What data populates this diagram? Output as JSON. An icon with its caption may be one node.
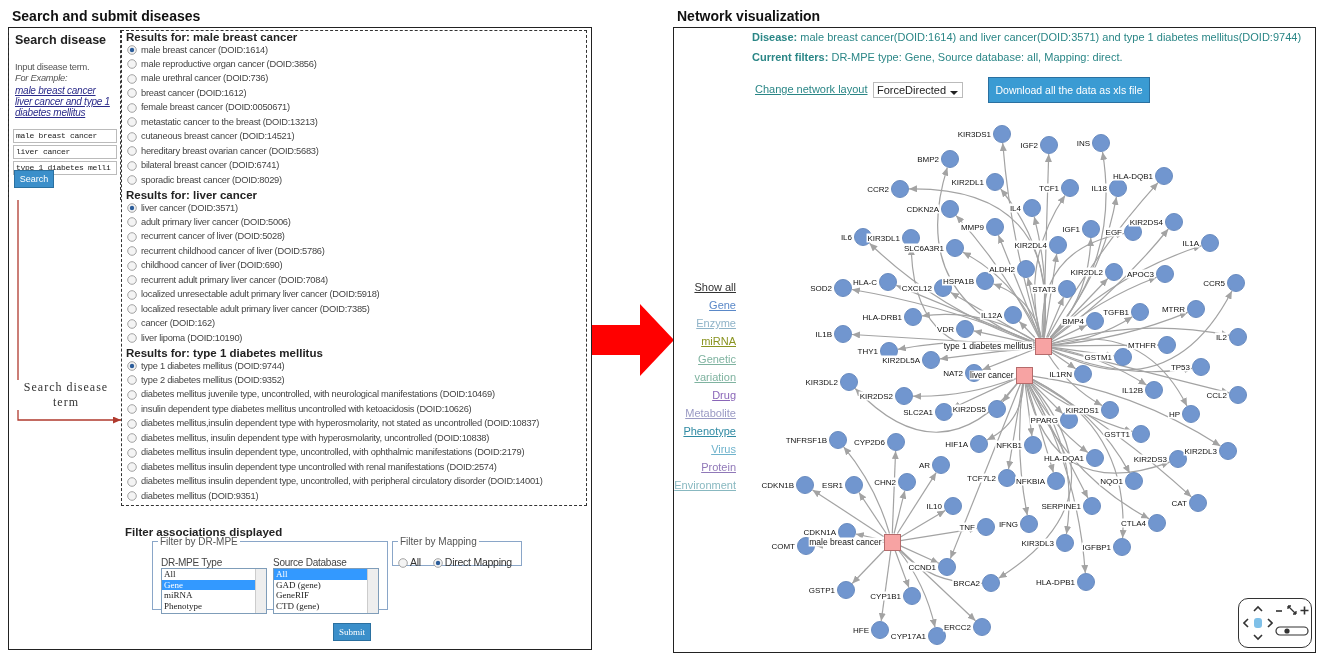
{
  "diagram": {
    "nodes": [
      {
        "text": [
          "Search and submit diseases"
        ]
      },
      {
        "text": [
          "Search disease",
          "Input disease term.",
          "For Example:",
          "male breast cancer liver cancer and type 1 diabetes mellitus",
          "male breast cancer",
          "liver cancer",
          "type 1 diabetes melli",
          "Search"
        ],
        "in": 0
      },
      {
        "text": [
          "Results for: male breast cancer",
          "male breast cancer (DOID:1614)",
          "male reproductive organ cancer (DOID:3856)",
          "male urethral cancer (DOID:736)",
          "breast cancer (DOID:1612)",
          "female breast cancer (DOID:0050671)",
          "metastatic cancer to the breast (DOID:13213)",
          "cutaneous breast cancer (DOID:14521)",
          "hereditary breast ovarian cancer (DOID:5683)",
          "bilateral breast cancer (DOID:6741)",
          "sporadic breast cancer (DOID:8029)",
          "Results for: liver cancer",
          "liver cancer (DOID:3571)",
          "adult primary liver cancer (DOID:5006)",
          "recurrent cancer of liver (DOID:5028)",
          "recurrent childhood cancer of liver (DOID:5786)",
          "childhood cancer of liver (DOID:690)",
          "recurrent adult primary liver cancer (DOID:7084)",
          "localized unresectable adult primary liver cancer (DOID:5918)",
          "localized resectable adult primary liver cancer (DOID:7385)",
          "cancer (DOID:162)",
          "liver lipoma (DOID:10190)",
          "Results for: type 1 diabetes mellitus",
          "type 1 diabetes mellitus (DOID:9744)",
          "type 2 diabetes mellitus (DOID:9352)",
          "diabetes mellitus juvenile type, uncontrolled, with neurological manifestations (DOID:10469)",
          "insulin dependent type diabetes mellitus uncontrolled with ketoacidosis (DOID:10626)",
          "diabetes mellitus,insulin dependent type with hyperosmolarity, not stated as uncontrolled (DOID:10837)",
          "diabetes mellitus, insulin dependent type with hyperosmolarity, uncontrolled (DOID:10838)",
          "diabetes mellitus insulin dependent type, uncontrolled, with ophthalmic manifestations (DOID:2179)",
          "diabetes mellitus insulin dependent type uncontrolled with renal manifestations (DOID:2574)",
          "diabetes mellitus insulin dependent type, uncontrolled, with peripheral circulatory disorder (DOID:14001)",
          "diabetes mellitus (DOID:9351)"
        ],
        "in": 0
      },
      {
        "text": [
          "Filter by DR-MPE",
          "DR-MPE Type",
          "All",
          "Gene",
          "miRNA",
          "Phenotype",
          "Source Database",
          "All",
          "GAD (gene)",
          "GeneRIF",
          "CTD (gene)"
        ],
        "in": 0
      },
      {
        "text": [
          "Filter by Mapping",
          "All",
          "Direct Mapping"
        ],
        "in": 0
      },
      {
        "text": [
          "Network visualization"
        ]
      },
      {
        "text": [],
        "shape": "box",
        "beside": [
          "type 1 diabetes mellitus"
        ],
        "in": 5
      },
      {
        "text": [],
        "shape": "box",
        "beside": [
          "liver cancer"
        ],
        "in": 5
      },
      {
        "text": [],
        "shape": "box",
        "beside": [
          "male breast cancer"
        ],
        "in": 5
      },
      {
        "text": [],
        "shape": "circle",
        "beside": [
          "KIR3DS1"
        ],
        "in": 5
      },
      {
        "text": [],
        "shape": "circle",
        "beside": [
          "INS"
        ],
        "in": 5
      },
      {
        "text": [],
        "shape": "circle",
        "beside": [
          "IGF2"
        ],
        "in": 5
      },
      {
        "text": [],
        "shape": "circle",
        "beside": [
          "BMP2"
        ],
        "in": 5
      },
      {
        "text": [],
        "shape": "circle",
        "beside": [
          "HLA-DQB1"
        ],
        "in": 5
      },
      {
        "text": [],
        "shape": "circle",
        "beside": [
          "KIR2DL1"
        ],
        "in": 5
      },
      {
        "text": [],
        "shape": "circle",
        "beside": [
          "TCF1"
        ],
        "in": 5
      },
      {
        "text": [],
        "shape": "circle",
        "beside": [
          "IL18"
        ],
        "in": 5
      },
      {
        "text": [],
        "shape": "circle",
        "beside": [
          "CCR2"
        ],
        "in": 5
      },
      {
        "text": [],
        "shape": "circle",
        "beside": [
          "IL4"
        ],
        "in": 5
      },
      {
        "text": [],
        "shape": "circle",
        "beside": [
          "CDKN2A"
        ],
        "in": 5
      },
      {
        "text": [],
        "shape": "circle",
        "beside": [
          "KIR2DS4"
        ],
        "in": 5
      },
      {
        "text": [],
        "shape": "circle",
        "beside": [
          "MMP9"
        ],
        "in": 5
      },
      {
        "text": [],
        "shape": "circle",
        "beside": [
          "IGF1"
        ],
        "in": 5
      },
      {
        "text": [],
        "shape": "circle",
        "beside": [
          "EGF"
        ],
        "in": 5
      },
      {
        "text": [],
        "shape": "circle",
        "beside": [
          "IL6"
        ],
        "in": 5
      },
      {
        "text": [],
        "shape": "circle",
        "beside": [
          "KIR3DL1"
        ],
        "in": 5
      },
      {
        "text": [],
        "shape": "circle",
        "beside": [
          "IL1A"
        ],
        "in": 5
      },
      {
        "text": [],
        "shape": "circle",
        "beside": [
          "KIR2DL4"
        ],
        "in": 5
      },
      {
        "text": [],
        "shape": "circle",
        "beside": [
          "SLC6A3R1"
        ],
        "in": 5
      },
      {
        "text": [],
        "shape": "circle",
        "beside": [
          "ALDH2"
        ],
        "in": 5
      },
      {
        "text": [],
        "shape": "circle",
        "beside": [
          "KIR2DL2"
        ],
        "in": 5
      },
      {
        "text": [],
        "shape": "circle",
        "beside": [
          "APOC3"
        ],
        "in": 5
      },
      {
        "text": [],
        "shape": "circle",
        "beside": [
          "HSPA1B"
        ],
        "in": 5
      },
      {
        "text": [],
        "shape": "circle",
        "beside": [
          "HLA-C"
        ],
        "in": 5
      },
      {
        "text": [],
        "shape": "circle",
        "beside": [
          "CCR5"
        ],
        "in": 5
      },
      {
        "text": [],
        "shape": "circle",
        "beside": [
          "SOD2"
        ],
        "in": 5
      },
      {
        "text": [],
        "shape": "circle",
        "beside": [
          "CXCL12"
        ],
        "in": 5
      },
      {
        "text": [],
        "shape": "circle",
        "beside": [
          "STAT3"
        ],
        "in": 5
      },
      {
        "text": [],
        "shape": "circle",
        "beside": [
          "MTRR"
        ],
        "in": 5
      },
      {
        "text": [],
        "shape": "circle",
        "beside": [
          "TGFB1"
        ],
        "in": 5
      },
      {
        "text": [],
        "shape": "circle",
        "beside": [
          "IL12A"
        ],
        "in": 5
      },
      {
        "text": [],
        "shape": "circle",
        "beside": [
          "HLA-DRB1"
        ],
        "in": 5
      },
      {
        "text": [],
        "shape": "circle",
        "beside": [
          "BMP4"
        ],
        "in": 5
      },
      {
        "text": [],
        "shape": "circle",
        "beside": [
          "VDR"
        ],
        "in": 5
      },
      {
        "text": [],
        "shape": "circle",
        "beside": [
          "IL1B"
        ],
        "in": 5
      },
      {
        "text": [],
        "shape": "circle",
        "beside": [
          "IL2"
        ],
        "in": 5
      },
      {
        "text": [],
        "shape": "circle",
        "beside": [
          "MTHFR"
        ],
        "in": 5
      },
      {
        "text": [],
        "shape": "circle",
        "beside": [
          "THY1"
        ],
        "in": 5
      },
      {
        "text": [],
        "shape": "circle",
        "beside": [
          "GSTM1"
        ],
        "in": 5
      },
      {
        "text": [],
        "shape": "circle",
        "beside": [
          "KIR2DL5A"
        ],
        "in": 5
      },
      {
        "text": [],
        "shape": "circle",
        "beside": [
          "TP53"
        ],
        "in": 5
      },
      {
        "text": [],
        "shape": "circle",
        "beside": [
          "NAT2"
        ],
        "in": 5
      },
      {
        "text": [],
        "shape": "circle",
        "beside": [
          "IL1RN"
        ],
        "in": 5
      },
      {
        "text": [],
        "shape": "circle",
        "beside": [
          "KIR3DL2"
        ],
        "in": 5
      },
      {
        "text": [],
        "shape": "circle",
        "beside": [
          "IL12B"
        ],
        "in": 5
      },
      {
        "text": [],
        "shape": "circle",
        "beside": [
          "CCL2"
        ],
        "in": 5
      },
      {
        "text": [],
        "shape": "circle",
        "beside": [
          "KIR2DS2"
        ],
        "in": 5
      },
      {
        "text": [],
        "shape": "circle",
        "beside": [
          "KIR2DS5"
        ],
        "in": 5
      },
      {
        "text": [],
        "shape": "circle",
        "beside": [
          "KIR2DS1"
        ],
        "in": 5
      },
      {
        "text": [],
        "shape": "circle",
        "beside": [
          "SLC2A1"
        ],
        "in": 5
      },
      {
        "text": [],
        "shape": "circle",
        "beside": [
          "HP"
        ],
        "in": 5
      },
      {
        "text": [],
        "shape": "circle",
        "beside": [
          "PPARG"
        ],
        "in": 5
      },
      {
        "text": [],
        "shape": "circle",
        "beside": [
          "GSTT1"
        ],
        "in": 5
      },
      {
        "text": [],
        "shape": "circle",
        "beside": [
          "TNFRSF1B"
        ],
        "in": 5
      },
      {
        "text": [],
        "shape": "circle",
        "beside": [
          "CYP2D6"
        ],
        "in": 5
      },
      {
        "text": [],
        "shape": "circle",
        "beside": [
          "HIF1A"
        ],
        "in": 5
      },
      {
        "text": [],
        "shape": "circle",
        "beside": [
          "NFKB1"
        ],
        "in": 5
      },
      {
        "text": [],
        "shape": "circle",
        "beside": [
          "KIR2DL3"
        ],
        "in": 5
      },
      {
        "text": [],
        "shape": "circle",
        "beside": [
          "HLA-DQA1"
        ],
        "in": 5
      },
      {
        "text": [],
        "shape": "circle",
        "beside": [
          "KIR2DS3"
        ],
        "in": 5
      },
      {
        "text": [],
        "shape": "circle",
        "beside": [
          "AR"
        ],
        "in": 5
      },
      {
        "text": [],
        "shape": "circle",
        "beside": [
          "NQO1"
        ],
        "in": 5
      },
      {
        "text": [],
        "shape": "circle",
        "beside": [
          "NFKBIA"
        ],
        "in": 5
      },
      {
        "text": [],
        "shape": "circle",
        "beside": [
          "CHN2"
        ],
        "in": 5
      },
      {
        "text": [],
        "shape": "circle",
        "beside": [
          "TCF7L2"
        ],
        "in": 5
      },
      {
        "text": [],
        "shape": "circle",
        "beside": [
          "CDKN1B"
        ],
        "in": 5
      },
      {
        "text": [],
        "shape": "circle",
        "beside": [
          "ESR1"
        ],
        "in": 5
      },
      {
        "text": [],
        "shape": "circle",
        "beside": [
          "CAT"
        ],
        "in": 5
      },
      {
        "text": [],
        "shape": "circle",
        "beside": [
          "IL10"
        ],
        "in": 5
      },
      {
        "text": [],
        "shape": "circle",
        "beside": [
          "SERPINE1"
        ],
        "in": 5
      },
      {
        "text": [],
        "shape": "circle",
        "beside": [
          "CTLA4"
        ],
        "in": 5
      },
      {
        "text": [],
        "shape": "circle",
        "beside": [
          "IFNG"
        ],
        "in": 5
      },
      {
        "text": [],
        "shape": "circle",
        "beside": [
          "TNF"
        ],
        "in": 5
      },
      {
        "text": [],
        "shape": "circle",
        "beside": [
          "CDKN1A"
        ],
        "in": 5
      },
      {
        "text": [],
        "shape": "circle",
        "beside": [
          "KIR3DL3"
        ],
        "in": 5
      },
      {
        "text": [],
        "shape": "circle",
        "beside": [
          "COMT"
        ],
        "in": 5
      },
      {
        "text": [],
        "shape": "circle",
        "beside": [
          "IGFBP1"
        ],
        "in": 5
      },
      {
        "text": [],
        "shape": "circle",
        "beside": [
          "CCND1"
        ],
        "in": 5
      },
      {
        "text": [],
        "shape": "circle",
        "beside": [
          "HLA-DPB1"
        ],
        "in": 5
      },
      {
        "text": [],
        "shape": "circle",
        "beside": [
          "BRCA2"
        ],
        "in": 5
      },
      {
        "text": [],
        "shape": "circle",
        "beside": [
          "GSTP1"
        ],
        "in": 5
      },
      {
        "text": [],
        "shape": "circle",
        "beside": [
          "CYP1B1"
        ],
        "in": 5
      },
      {
        "text": [],
        "shape": "circle",
        "beside": [
          "ERCC2"
        ],
        "in": 5
      },
      {
        "text": [],
        "shape": "circle",
        "beside": [
          "HFE"
        ],
        "in": 5
      },
      {
        "text": [],
        "shape": "circle",
        "beside": [
          "CYP17A1"
        ],
        "in": 5
      }
    ],
    "edges": [
      {
        "from": 0,
        "to": 5,
        "arrow": "to",
        "style": "thick",
        "color": "#ff0000"
      },
      {
        "from": 1,
        "to": 2,
        "arrow": "to",
        "label": "Search disease term",
        "color": "#b03a2e"
      },
      {
        "from": 6,
        "to": 9,
        "arrow": "to"
      },
      {
        "from": 6,
        "to": 10,
        "arrow": "to"
      },
      {
        "from": 6,
        "to": 11,
        "arrow": "to"
      },
      {
        "from": 6,
        "to": 12,
        "arrow": "to"
      },
      {
        "from": 6,
        "to": 13,
        "arrow": "to"
      },
      {
        "from": 6,
        "to": 14,
        "arrow": "to"
      },
      {
        "from": 6,
        "to": 15,
        "arrow": "to"
      },
      {
        "from": 6,
        "to": 16,
        "arrow": "to"
      },
      {
        "from": 6,
        "to": 17,
        "arrow": "to"
      },
      {
        "from": 6,
        "to": 18,
        "arrow": "to"
      },
      {
        "from": 6,
        "to": 19,
        "arrow": "to"
      },
      {
        "from": 6,
        "to": 20,
        "arrow": "to"
      },
      {
        "from": 6,
        "to": 21,
        "arrow": "to"
      },
      {
        "from": 6,
        "to": 22,
        "arrow": "to"
      },
      {
        "from": 6,
        "to": 23,
        "arrow": "to"
      },
      {
        "from": 6,
        "to": 24,
        "arrow": "to"
      },
      {
        "from": 6,
        "to": 25,
        "arrow": "to"
      },
      {
        "from": 6,
        "to": 26,
        "arrow": "to"
      },
      {
        "from": 6,
        "to": 27,
        "arrow": "to"
      },
      {
        "from": 6,
        "to": 28,
        "arrow": "to"
      },
      {
        "from": 6,
        "to": 29,
        "arrow": "to"
      },
      {
        "from": 6,
        "to": 30,
        "arrow": "to"
      },
      {
        "from": 6,
        "to": 31,
        "arrow": "to"
      },
      {
        "from": 6,
        "to": 32,
        "arrow": "to"
      },
      {
        "from": 6,
        "to": 33,
        "arrow": "to"
      },
      {
        "from": 6,
        "to": 34,
        "arrow": "to"
      },
      {
        "from": 6,
        "to": 35,
        "arrow": "to"
      },
      {
        "from": 6,
        "to": 36,
        "arrow": "to"
      },
      {
        "from": 6,
        "to": 37,
        "arrow": "to"
      },
      {
        "from": 6,
        "to": 38,
        "arrow": "to"
      },
      {
        "from": 6,
        "to": 39,
        "arrow": "to"
      },
      {
        "from": 6,
        "to": 40,
        "arrow": "to"
      },
      {
        "from": 6,
        "to": 41,
        "arrow": "to"
      },
      {
        "from": 6,
        "to": 42,
        "arrow": "to"
      },
      {
        "from": 6,
        "to": 43,
        "arrow": "to"
      },
      {
        "from": 6,
        "to": 44,
        "arrow": "to"
      },
      {
        "from": 6,
        "to": 45,
        "arrow": "to"
      },
      {
        "from": 6,
        "to": 46,
        "arrow": "to"
      },
      {
        "from": 6,
        "to": 47,
        "arrow": "to"
      },
      {
        "from": 6,
        "to": 48,
        "arrow": "to"
      },
      {
        "from": 6,
        "to": 49,
        "arrow": "to"
      },
      {
        "from": 6,
        "to": 50,
        "arrow": "to"
      },
      {
        "from": 6,
        "to": 51,
        "arrow": "to"
      },
      {
        "from": 6,
        "to": 52,
        "arrow": "to"
      },
      {
        "from": 6,
        "to": 54,
        "arrow": "to"
      },
      {
        "from": 6,
        "to": 55,
        "arrow": "to"
      },
      {
        "from": 6,
        "to": 58,
        "arrow": "to"
      },
      {
        "from": 6,
        "to": 60,
        "arrow": "to"
      },
      {
        "from": 7,
        "to": 53,
        "arrow": "to"
      },
      {
        "from": 7,
        "to": 56,
        "arrow": "to"
      },
      {
        "from": 7,
        "to": 57,
        "arrow": "to"
      },
      {
        "from": 7,
        "to": 59,
        "arrow": "to"
      },
      {
        "from": 7,
        "to": 61,
        "arrow": "to"
      },
      {
        "from": 7,
        "to": 62,
        "arrow": "to"
      },
      {
        "from": 7,
        "to": 65,
        "arrow": "to"
      },
      {
        "from": 7,
        "to": 66,
        "arrow": "to"
      },
      {
        "from": 7,
        "to": 67,
        "arrow": "to"
      },
      {
        "from": 7,
        "to": 68,
        "arrow": "to"
      },
      {
        "from": 7,
        "to": 69,
        "arrow": "to"
      },
      {
        "from": 7,
        "to": 71,
        "arrow": "to"
      },
      {
        "from": 7,
        "to": 72,
        "arrow": "to"
      },
      {
        "from": 7,
        "to": 74,
        "arrow": "to"
      },
      {
        "from": 7,
        "to": 77,
        "arrow": "to"
      },
      {
        "from": 7,
        "to": 79,
        "arrow": "to"
      },
      {
        "from": 7,
        "to": 80,
        "arrow": "to"
      },
      {
        "from": 7,
        "to": 81,
        "arrow": "to"
      },
      {
        "from": 7,
        "to": 84,
        "arrow": "to"
      },
      {
        "from": 7,
        "to": 86,
        "arrow": "to"
      },
      {
        "from": 7,
        "to": 88,
        "arrow": "to"
      },
      {
        "from": 7,
        "to": 87,
        "arrow": "to"
      },
      {
        "from": 7,
        "to": 89,
        "arrow": "to"
      },
      {
        "from": 8,
        "to": 63,
        "arrow": "to"
      },
      {
        "from": 8,
        "to": 64,
        "arrow": "to"
      },
      {
        "from": 8,
        "to": 70,
        "arrow": "to"
      },
      {
        "from": 8,
        "to": 73,
        "arrow": "to"
      },
      {
        "from": 8,
        "to": 75,
        "arrow": "to"
      },
      {
        "from": 8,
        "to": 76,
        "arrow": "to"
      },
      {
        "from": 8,
        "to": 78,
        "arrow": "to"
      },
      {
        "from": 8,
        "to": 82,
        "arrow": "to"
      },
      {
        "from": 8,
        "to": 83,
        "arrow": "to"
      },
      {
        "from": 8,
        "to": 85,
        "arrow": "to"
      },
      {
        "from": 8,
        "to": 87,
        "arrow": "to"
      },
      {
        "from": 8,
        "to": 89,
        "arrow": "to"
      },
      {
        "from": 8,
        "to": 90,
        "arrow": "to"
      },
      {
        "from": 8,
        "to": 91,
        "arrow": "to"
      },
      {
        "from": 8,
        "to": 92,
        "arrow": "to"
      },
      {
        "from": 8,
        "to": 93,
        "arrow": "to"
      },
      {
        "from": 8,
        "to": 94,
        "arrow": "to"
      }
    ],
    "labels": [
      "Filter associations displayed",
      "Submit",
      "**Disease:** male breast cancer(DOID:1614) and liver cancer(DOID:3571) and type 1 diabetes mellitus(DOID:9744)",
      "**Current filters:** DR-MPE type: Gene, Source database: all, Mapping: direct.",
      "Change network layout",
      "ForceDirected",
      "Download all the data as xls file",
      "Show all",
      "Gene",
      "Enzyme",
      "miRNA",
      "Genetic variation",
      "Drug",
      "Metabolite",
      "Phenotype",
      "Virus",
      "Protein",
      "Environment"
    ]
  }
}
